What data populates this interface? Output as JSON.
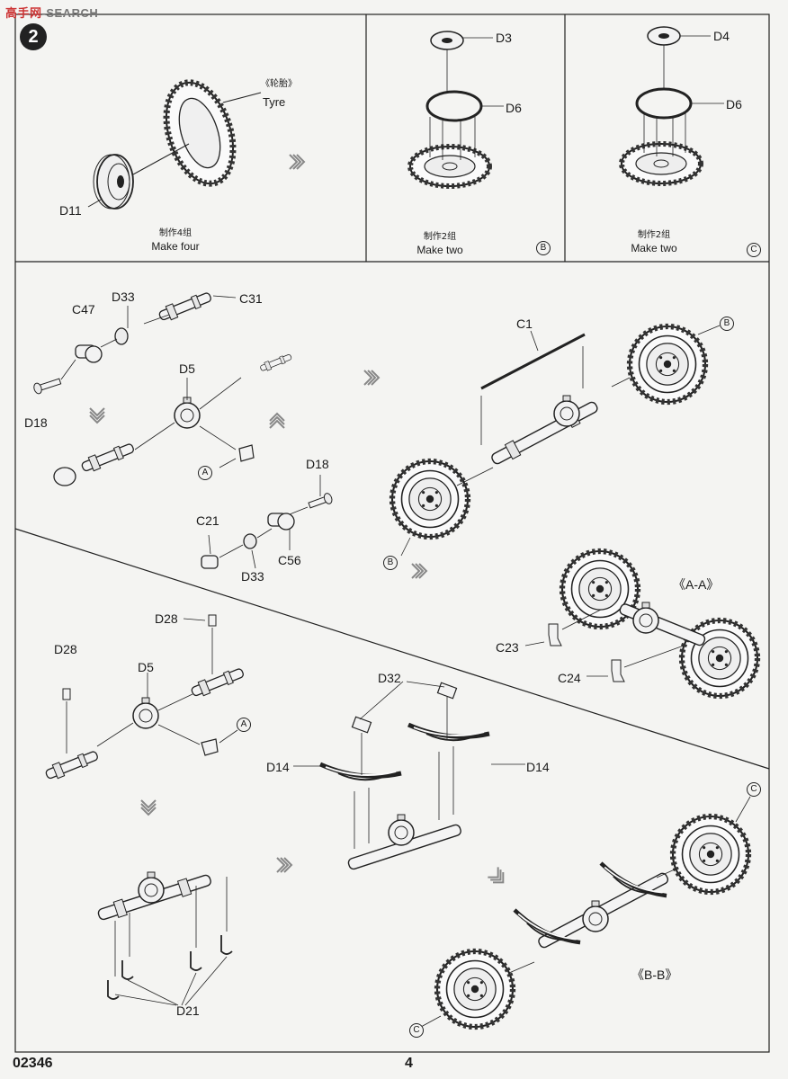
{
  "watermark": {
    "brand": "高手网",
    "suffix": "-SEARCH"
  },
  "step_number": "2",
  "panels": {
    "tyre_assembly": {
      "tyre_label_cn": "《轮胎》",
      "tyre_label_en": "Tyre",
      "part_hub": "D11",
      "caption_cn": "制作4组",
      "caption_en": "Make four"
    },
    "wheel_b": {
      "part_cap": "D3",
      "part_ring": "D6",
      "caption_cn": "制作2组",
      "caption_en": "Make two",
      "marker": "B"
    },
    "wheel_c": {
      "part_cap": "D4",
      "part_ring": "D6",
      "caption_cn": "制作2组",
      "caption_en": "Make two",
      "marker": "C"
    }
  },
  "front_axle": {
    "parts": {
      "c47": "C47",
      "d33_top": "D33",
      "c31": "C31",
      "d5": "D5",
      "d18_left": "D18",
      "marker_a": "A",
      "d18_right": "D18",
      "c21": "C21",
      "c56": "C56",
      "d33_bottom": "D33"
    },
    "assembly": {
      "c1": "C1",
      "marker_b_top": "B",
      "marker_b_bottom": "B"
    },
    "view_aa": {
      "title": "《A-A》",
      "c23": "C23",
      "c24": "C24"
    }
  },
  "rear_axle": {
    "parts": {
      "d28_top": "D28",
      "d28_left": "D28",
      "d5": "D5",
      "marker_a": "A",
      "d21": "D21"
    },
    "springs": {
      "d32": "D32",
      "d14_left": "D14",
      "d14_right": "D14"
    },
    "view_bb": {
      "title": "《B-B》",
      "marker_c_top": "C",
      "marker_c_bottom": "C"
    }
  },
  "footer": {
    "code": "02346",
    "page": "4"
  }
}
